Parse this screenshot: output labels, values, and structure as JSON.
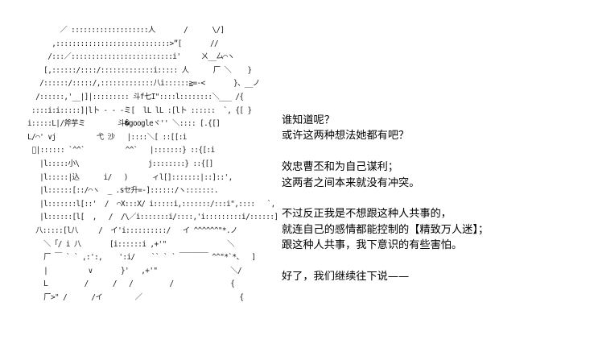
{
  "ascii_art": {
    "lines": [
      "        ／ :::::::::::::::::::人       /      \\/]",
      "      ,::::::::::::::::::::::::::::>”[       //",
      "     /:::／:::::::::::::::::::::::::i'     ㄨ__厶⌒ヽ",
      "    [,::::::/::::/:::::::::::::i::::: 人      厂 ＼    }",
      "   /::::::/:::::/,:::::::::::::八i::::::≧=-<       }、__ノ",
      "  /::::::,'__|]|::::::::: 斗f七I\"::::l::::::::＼___ /{",
      " ::::i:i:::::]|l卜 ‐ ‐ ‐ミ[  lL lL :[l卜 ::::::  `, {[ }",
      "i:::::L|/斧芋ミ        斗�googleヾ'' ＼:::: [.{[]",
      "L/⌒' ∨j          弋 沙   |::::＼[ ::[[:i",
      " ﾞ|:::::: `^^`          ^^`   |:::::::} ::{[:i",
      "   |l:::::小\\                 j::::::::} ::{[]",
      "   |l:::::|込      i/   )      ィl[]:::::::|::]::',",
      "   |l::::::[::/⌒ヽ  _ .sセ升=-]::::::/ヽ:::::::.",
      "   |l:::::::l[::'  /  ⌒X:::X/ i:::::i,:::::::/:::i\",::::   `,",
      "   |l::::::[l[  ,   /  /\\／i:::::::i/::::,'i:::::::::i/::::::]",
      "  八:::::[l八     /  イ'i::::::::::/   イ ^^^^^^\"*.ノ",
      "    ＼「/ i 八       [i::::::i ,+'\"               ＼",
      "    厂 ￣ ` ` ,:':,    ':i/    `` ` ` ￣￣￣￣ ^^\"*`*、  ]",
      "    |          ∨       }'   ,+'\"                  ＼/",
      "    L         /      /   /         /              {",
      "    厂>\" /      /イ        ／                        {"
    ]
  },
  "dialogue": {
    "paragraphs": [
      {
        "lines": [
          "谁知道呢？",
          "或许这两种想法她都有吧？"
        ]
      },
      {
        "lines": [
          "效忠曹丕和为自己谋利；",
          "这两者之间本来就没有冲突。"
        ]
      },
      {
        "lines": [
          "不过反正我是不想跟这种人共事的，",
          "就连自己的感情都能控制的【精致万人迷】；",
          "跟这种人共事，我下意识的有些害怕。"
        ]
      },
      {
        "lines": [
          "好了，我们继续往下说——"
        ]
      }
    ]
  }
}
